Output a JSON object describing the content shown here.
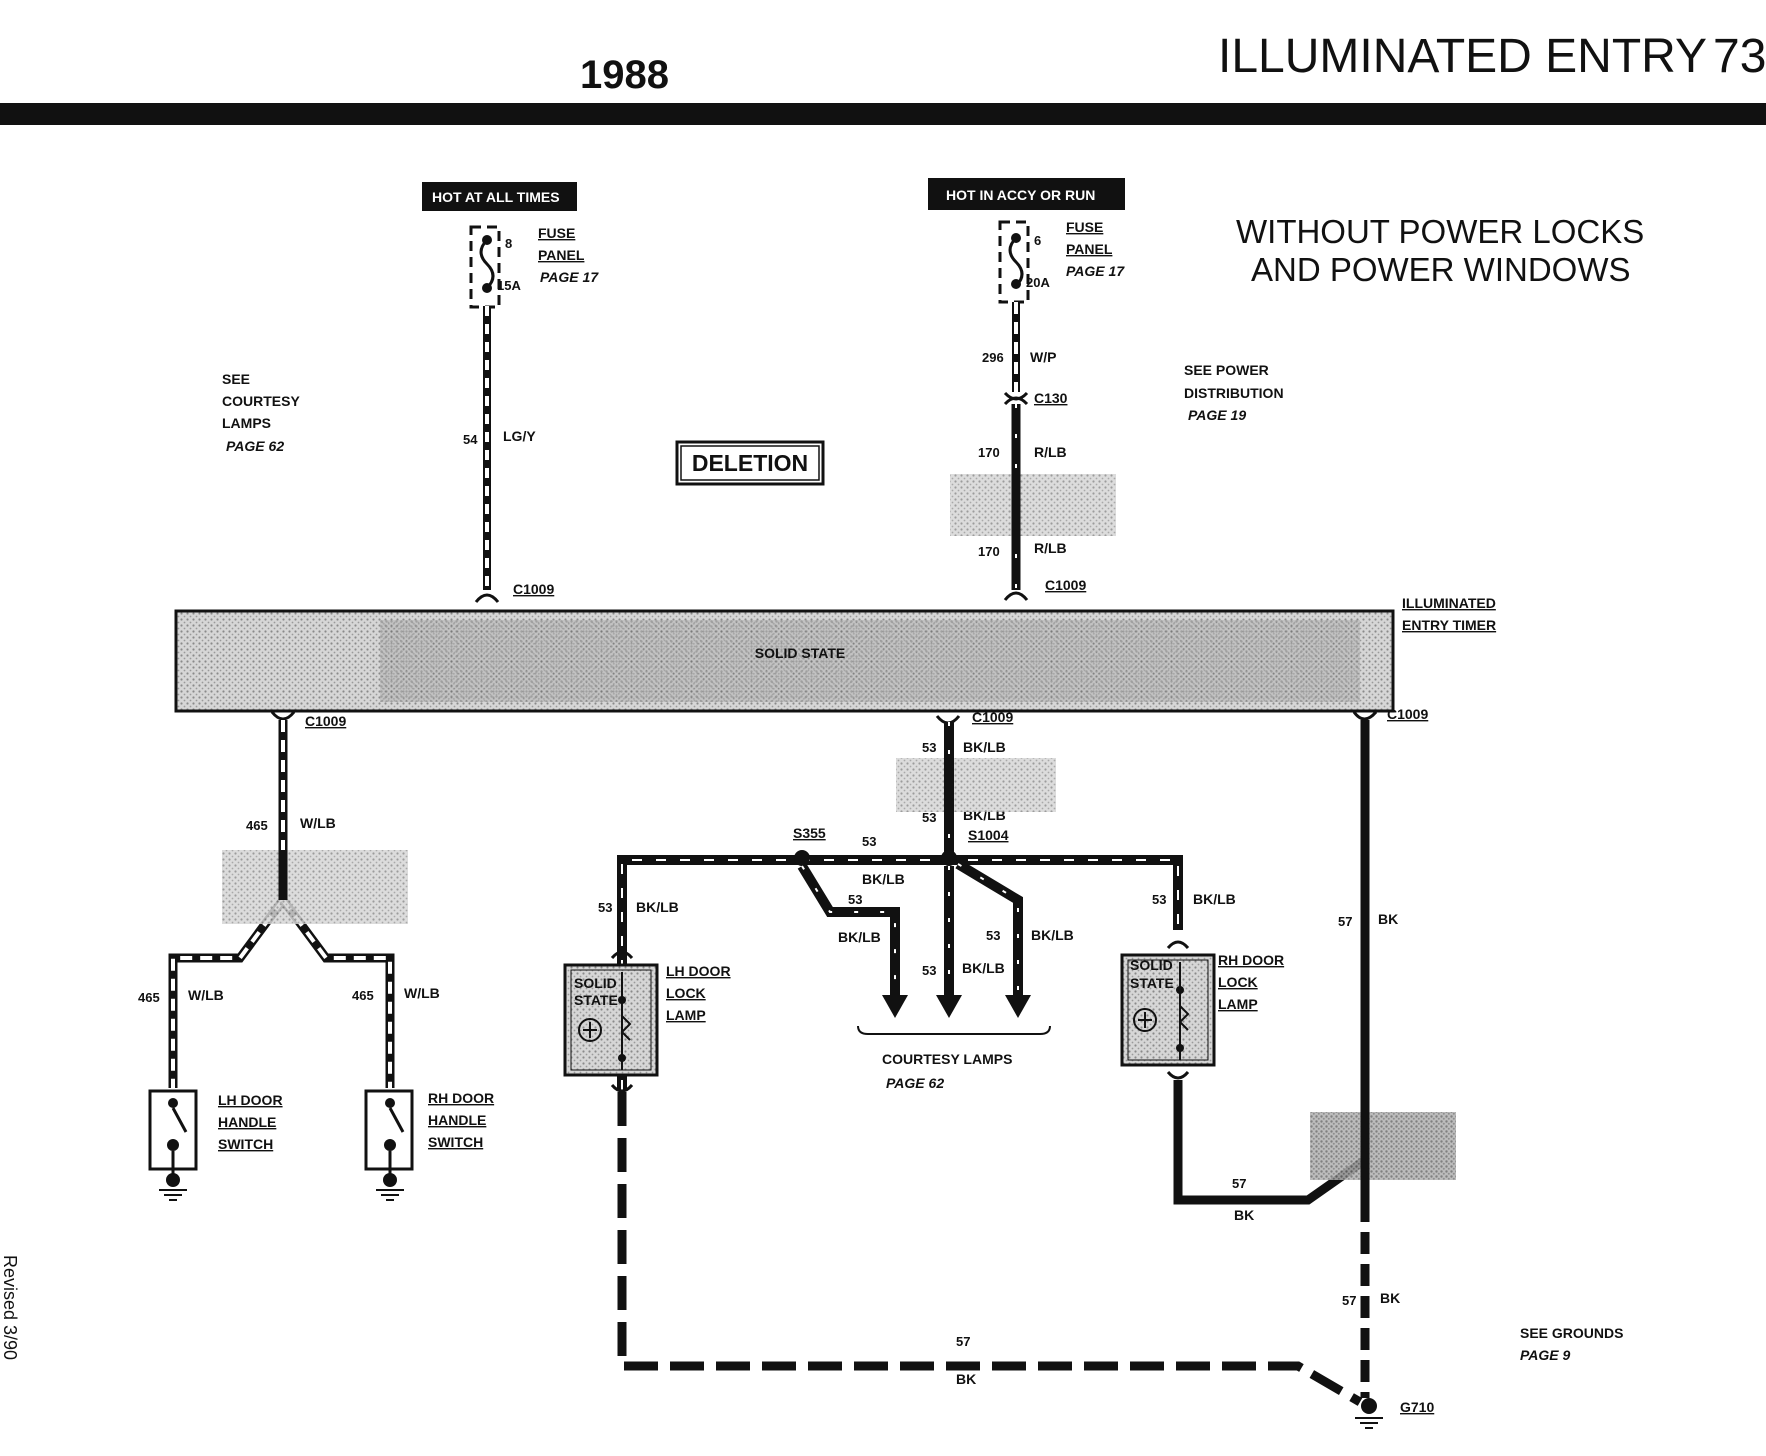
{
  "header": {
    "year": "1988",
    "title": "ILLUMINATED ENTRY",
    "page_number": "73"
  },
  "subtitle": [
    "WITHOUT POWER LOCKS",
    "AND POWER WINDOWS"
  ],
  "deletion_label": "DELETION",
  "revised_note": "Revised 3/90",
  "hot_boxes": {
    "left": "HOT AT ALL TIMES",
    "right": "HOT IN ACCY OR RUN"
  },
  "fuses": {
    "left": {
      "number": "8",
      "rating": "15A",
      "label": [
        "FUSE",
        "PANEL"
      ],
      "page": "PAGE 17"
    },
    "right": {
      "number": "6",
      "rating": "20A",
      "label": [
        "FUSE",
        "PANEL"
      ],
      "page": "PAGE 17"
    }
  },
  "references": {
    "courtesy": [
      "SEE",
      "COURTESY",
      "LAMPS"
    ],
    "courtesy_page": "PAGE 62",
    "power": [
      "SEE POWER",
      "DISTRIBUTION"
    ],
    "power_page": "PAGE 19",
    "grounds": "SEE GROUNDS",
    "grounds_page": "PAGE 9",
    "courtesy_lamps": "COURTESY LAMPS",
    "courtesy_lamps_page": "PAGE 62"
  },
  "timer": {
    "label": [
      "ILLUMINATED",
      "ENTRY TIMER"
    ],
    "inner": "SOLID STATE"
  },
  "connectors": {
    "c1009": "C1009",
    "c130": "C130",
    "s355": "S355",
    "s1004": "S1004",
    "g710": "G710"
  },
  "wires": {
    "w54": {
      "num": "54",
      "color": "LG/Y"
    },
    "w296": {
      "num": "296",
      "color": "W/P"
    },
    "w170": {
      "num": "170",
      "color": "R/LB"
    },
    "w465": {
      "num": "465",
      "color": "W/LB"
    },
    "w53": {
      "num": "53",
      "color": "BK/LB"
    },
    "w57": {
      "num": "57",
      "color": "BK"
    }
  },
  "components": {
    "lh_switch": [
      "LH DOOR",
      "HANDLE",
      "SWITCH"
    ],
    "rh_switch": [
      "RH DOOR",
      "HANDLE",
      "SWITCH"
    ],
    "lh_lamp": [
      "LH DOOR",
      "LOCK",
      "LAMP"
    ],
    "rh_lamp": [
      "RH DOOR",
      "LOCK",
      "LAMP"
    ],
    "solid_state": [
      "SOLID",
      "STATE"
    ]
  },
  "colors": {
    "ink": "#111111",
    "shade": "#b8b8b8",
    "box_fill": "#111111",
    "box_text": "#ffffff"
  }
}
